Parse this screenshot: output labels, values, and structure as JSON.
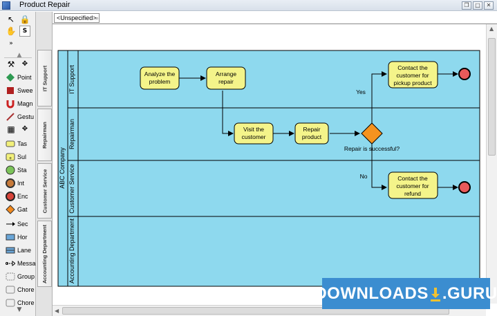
{
  "window": {
    "title": "Product Repair"
  },
  "toolbar": {
    "items": [
      {
        "label": "Point",
        "icon": "pointer-diamond-icon",
        "color": "#2e9a52"
      },
      {
        "label": "Swee",
        "icon": "sweeper-icon",
        "color": "#b02020"
      },
      {
        "label": "Magn",
        "icon": "magnet-icon",
        "color": "#cc2222"
      },
      {
        "label": "Gestu",
        "icon": "gesture-pen-icon",
        "color": "#a33"
      },
      {
        "label": "Tas",
        "icon": "task-icon",
        "color": "#f2f07a"
      },
      {
        "label": "Sul",
        "icon": "subprocess-icon",
        "color": "#f2f07a"
      },
      {
        "label": "Sta",
        "icon": "start-event-icon",
        "color": "#7cc45a"
      },
      {
        "label": "Int",
        "icon": "intermediate-event-icon",
        "color": "#c77a3a"
      },
      {
        "label": "Enc",
        "icon": "end-event-icon",
        "color": "#d8443a"
      },
      {
        "label": "Gat",
        "icon": "gateway-icon",
        "color": "#f28a1e"
      },
      {
        "label": "Sec",
        "icon": "sequence-flow-icon",
        "color": "#000000"
      },
      {
        "label": "Hor",
        "icon": "horizontal-pool-icon",
        "color": "#6aa6d8"
      },
      {
        "label": "Lane",
        "icon": "lane-icon",
        "color": "#6aa6d8"
      },
      {
        "label": "Messa",
        "icon": "message-flow-icon",
        "color": "#000000"
      },
      {
        "label": "Group",
        "icon": "group-icon",
        "color": "#888888"
      },
      {
        "label": "Chore",
        "icon": "choreography-icon",
        "color": "#888888"
      },
      {
        "label": "Chore",
        "icon": "choreography-icon",
        "color": "#888888"
      }
    ]
  },
  "tabs": {
    "lanes": [
      "IT Support",
      "Repairman",
      "Customer Service",
      "Accounting Department"
    ]
  },
  "breadcrumb": {
    "label": "<Unspecified>"
  },
  "diagram": {
    "pool_name": "ABC Company",
    "lanes": [
      "IT Support",
      "Repairman",
      "Customer Service",
      "Accounting Department"
    ],
    "tasks": {
      "analyze": [
        "Analyze the",
        "problem"
      ],
      "arrange": [
        "Arrange",
        "repair"
      ],
      "visit": [
        "Visit the",
        "customer"
      ],
      "repair": [
        "Repair",
        "product"
      ],
      "contact_pickup": [
        "Contact the",
        "customer for",
        "pickup product"
      ],
      "contact_refund": [
        "Contact the",
        "customer for",
        "refund"
      ]
    },
    "gateway_label": "Repair is successful?",
    "yes_label": "Yes",
    "no_label": "No",
    "colors": {
      "pool_fill": "#8ed9ee",
      "task_fill": "#f4f48a",
      "gateway_fill": "#f5931f",
      "end_event_fill": "#e85a5a"
    }
  },
  "watermark": {
    "text_left": "DOWNLOADS",
    "text_right": ".GURU"
  }
}
